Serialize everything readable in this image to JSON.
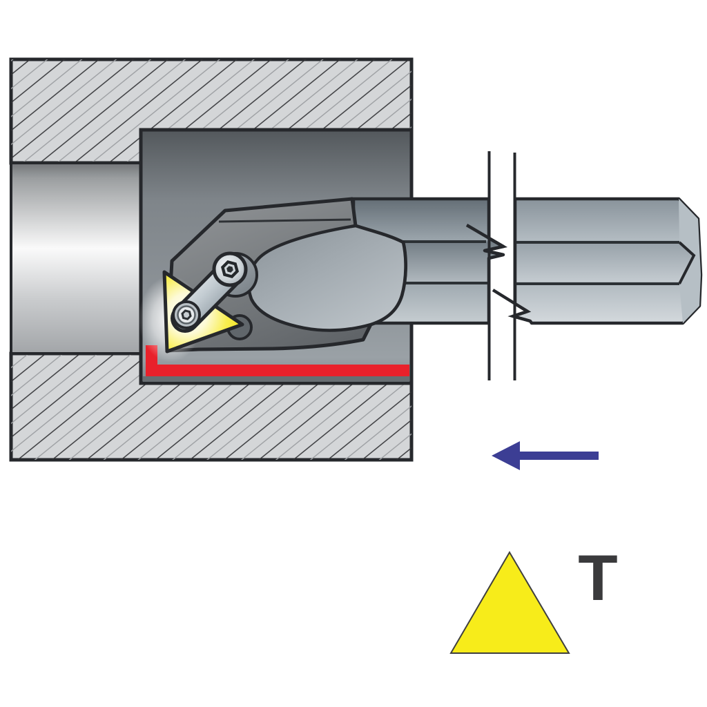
{
  "figure": {
    "symbol": {
      "letter": "T"
    },
    "icons": {
      "feed_direction_arrow": "left-arrow",
      "insert_shape": "triangle"
    },
    "colors": {
      "insert_yellow": "#f7ec1a",
      "surface_red": "#e9212b",
      "arrow_blue": "#3c3e94",
      "letter_gray": "#3a3a3c",
      "outline": "#26282c"
    }
  }
}
